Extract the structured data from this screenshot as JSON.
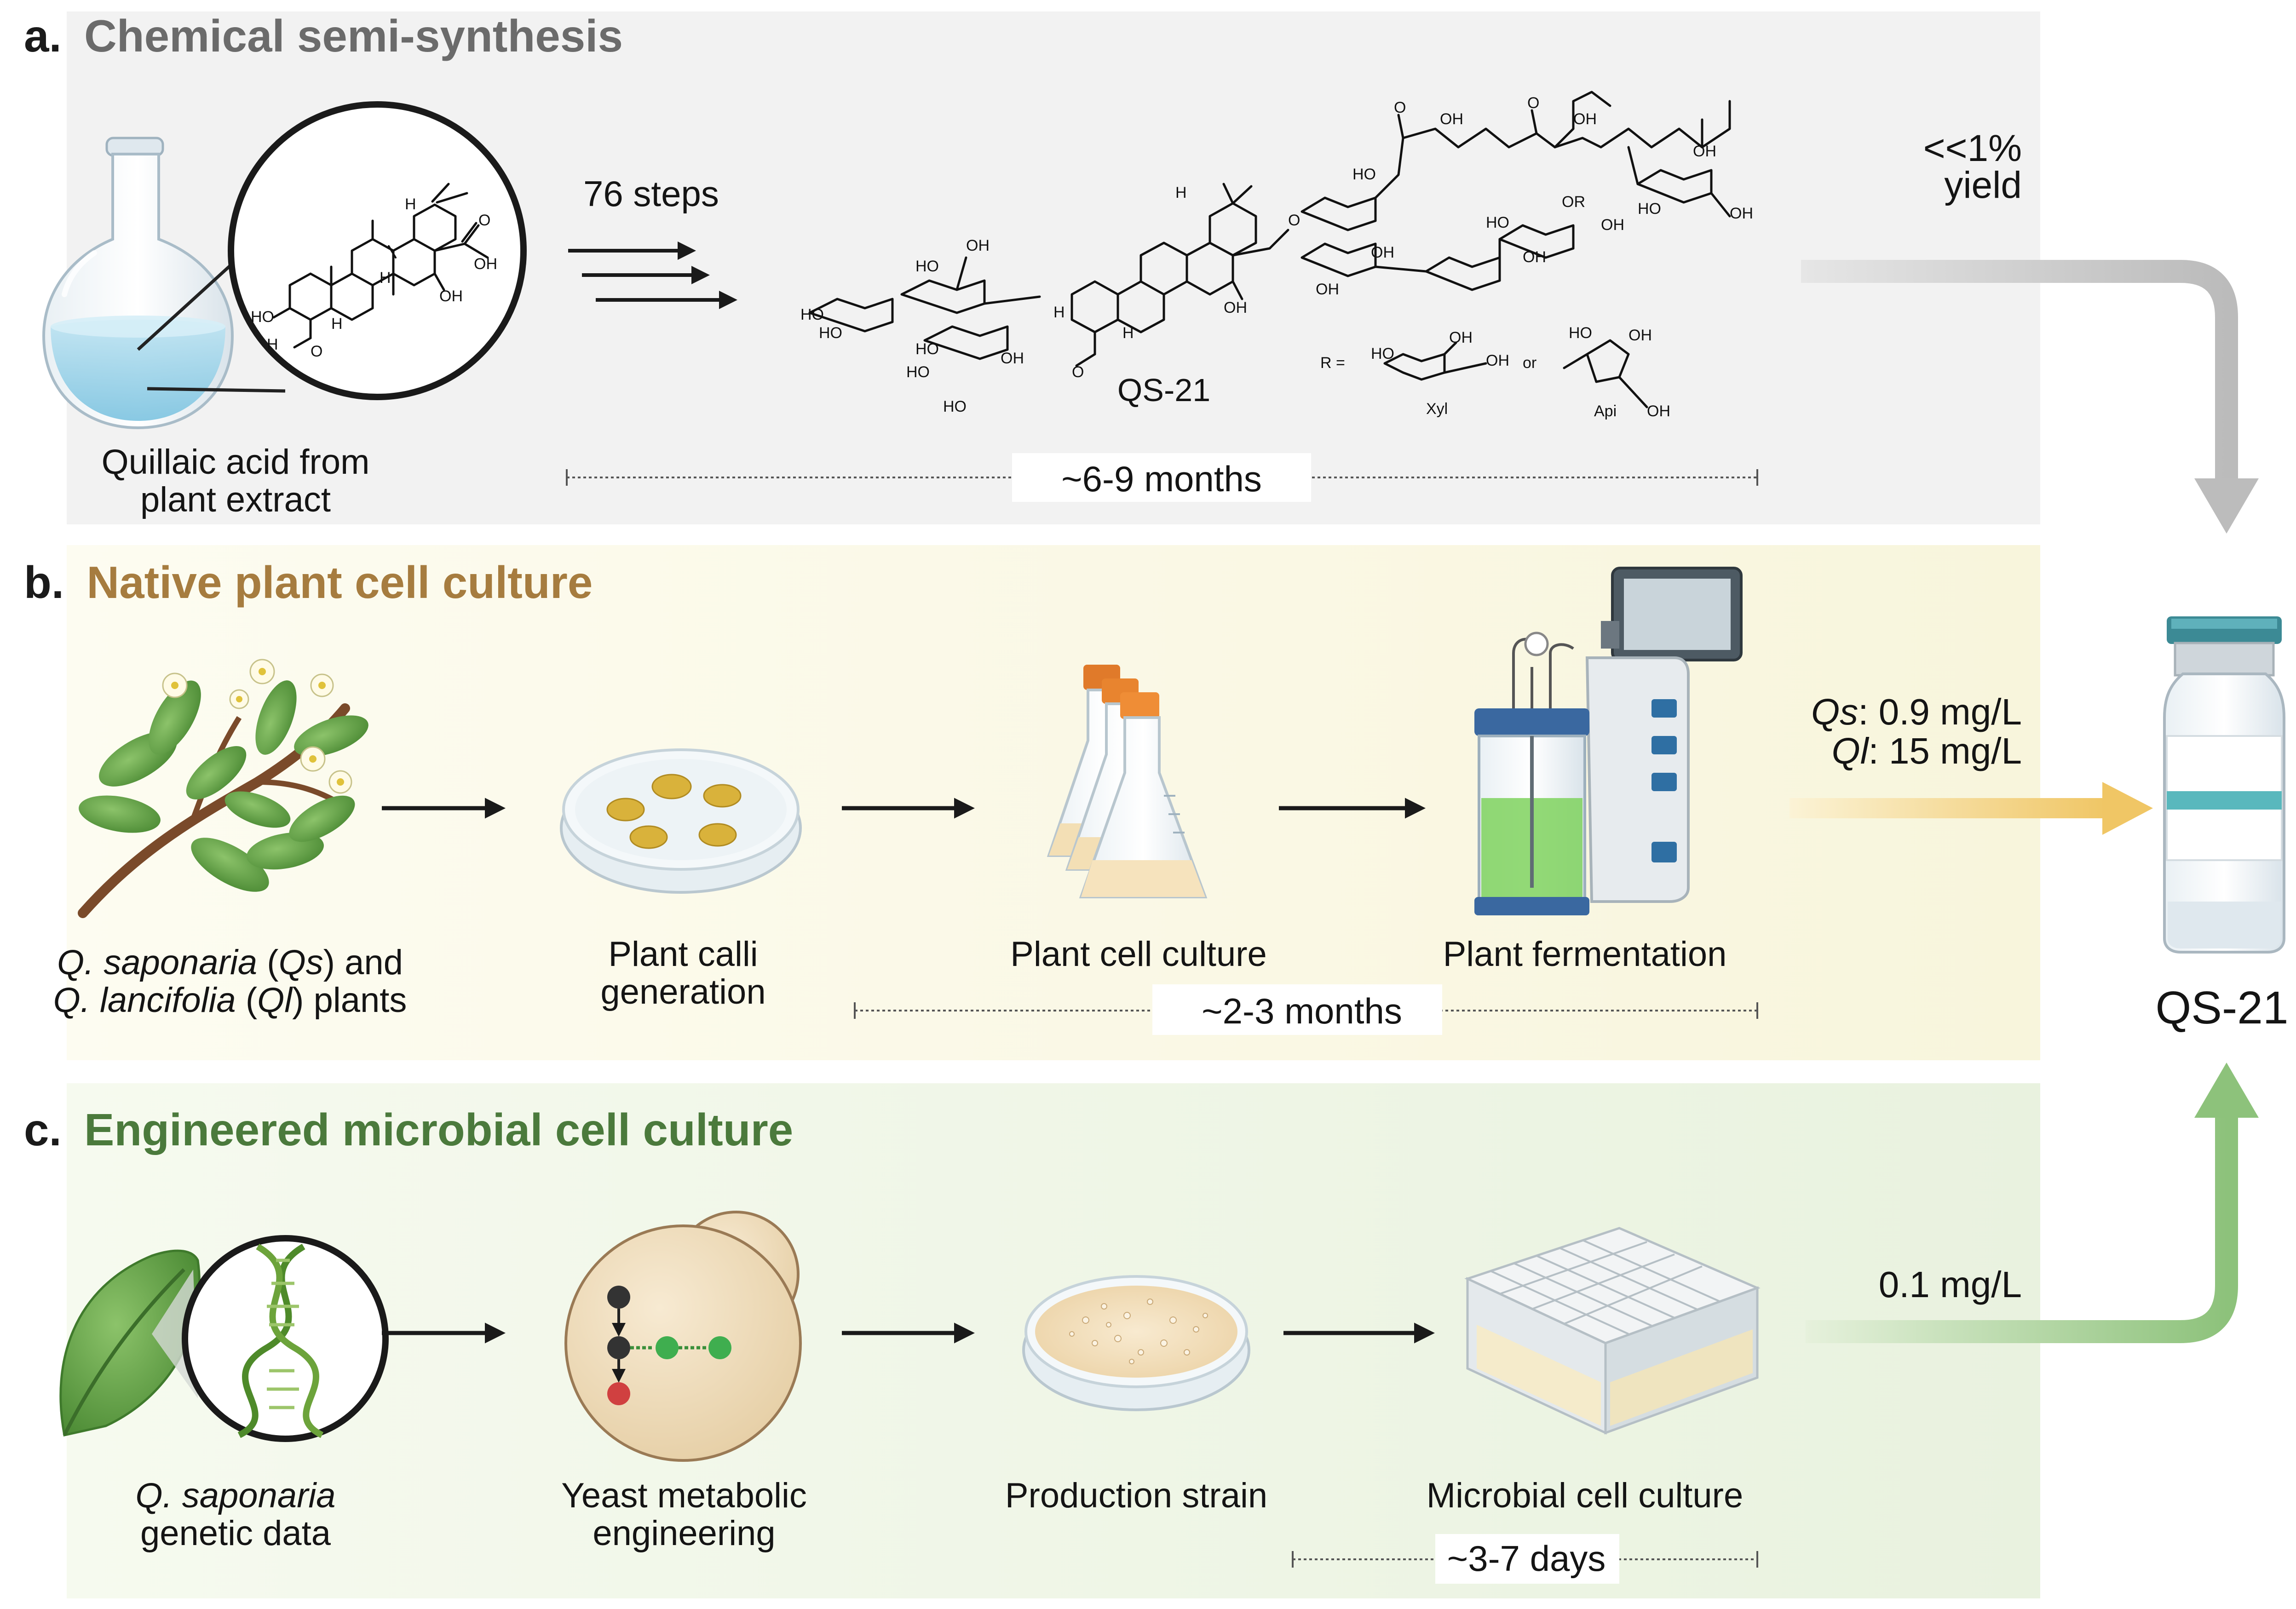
{
  "panel_a": {
    "letter": "a.",
    "title": "Chemical semi-synthesis",
    "source_line1": "Quillaic acid from",
    "source_line2": "plant extract",
    "steps": "76 steps",
    "product": "QS-21",
    "duration": "~6-9 months",
    "yield_line1": "<<1%",
    "yield_line2": "yield",
    "chem_labels": {
      "oh": "OH",
      "ho": "HO",
      "h": "H",
      "o": "O",
      "or": "OR",
      "r_eq": "R =",
      "or_word": "or",
      "xyl": "Xyl",
      "api": "Api"
    }
  },
  "panel_b": {
    "letter": "b.",
    "title": "Native plant cell culture",
    "plants_line1_a": "Q. saponaria",
    "plants_line1_b": " (",
    "plants_line1_c": "Qs",
    "plants_line1_d": ") and",
    "plants_line2_a": "Q. lancifolia",
    "plants_line2_b": " (",
    "plants_line2_c": "Ql",
    "plants_line2_d": ") plants",
    "calli_line1": "Plant calli",
    "calli_line2": "generation",
    "cell_culture": "Plant cell culture",
    "fermentation": "Plant fermentation",
    "duration": "~2-3 months",
    "yield_qs_label": "Qs",
    "yield_qs_value": ": 0.9 mg/L",
    "yield_ql_label": "Ql",
    "yield_ql_value": ": 15 mg/L"
  },
  "panel_c": {
    "letter": "c.",
    "title": "Engineered microbial cell culture",
    "genetic_line1": "Q. saponaria",
    "genetic_line2": "genetic data",
    "yeast_line1": "Yeast metabolic",
    "yeast_line2": "engineering",
    "strain": "Production strain",
    "microbial": "Microbial cell culture",
    "duration": "~3-7 days",
    "yield": "0.1 mg/L"
  },
  "product_label": "QS-21",
  "colors": {
    "panel_a_bg": "#f2f2f2",
    "panel_b_bg": "#fbf9e8",
    "panel_c_bg": "#eef5e4",
    "title_a": "#6b6b6b",
    "title_b": "#a67c3f",
    "title_c": "#4b7a3c",
    "arrow_a": "#bcbcbc",
    "arrow_b": "#f1c96c",
    "arrow_c": "#8cc27a"
  }
}
